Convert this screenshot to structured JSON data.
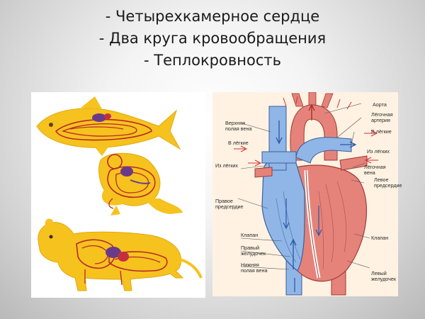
{
  "slide": {
    "title_lines": [
      "- Четырехкамерное сердце",
      "- Два круга кровообращения",
      "- Теплокровность"
    ]
  },
  "heart_labels": {
    "aorta": "Аорта",
    "pulmonary_artery": "Лёгочная\nартерия",
    "to_lungs_right": "В лёгкие",
    "superior_vena_cava": "Верхняя\nполая вена",
    "to_lungs_left": "В лёгкие",
    "from_lungs_right": "Из лёгких",
    "from_lungs_left": "Из лёгких",
    "pulmonary_vein": "Лёгочная вена",
    "left_atrium": "Левое\nпредсердие",
    "right_atrium": "Правое\nпредсердие",
    "valve_left": "Клапан",
    "valve_right": "Клапан",
    "right_ventricle": "Правый\nжелудочек",
    "inferior_vena_cava": "Нижняя\nполая вена",
    "left_ventricle": "Левый\nжелудочек"
  },
  "colors": {
    "animal_body": "#f6c21e",
    "blood_vessel": "#b8282a",
    "heart_venous": "#8fb6e6",
    "heart_arterial": "#e5837a",
    "panel_heart_bg": "#fff2e2"
  }
}
